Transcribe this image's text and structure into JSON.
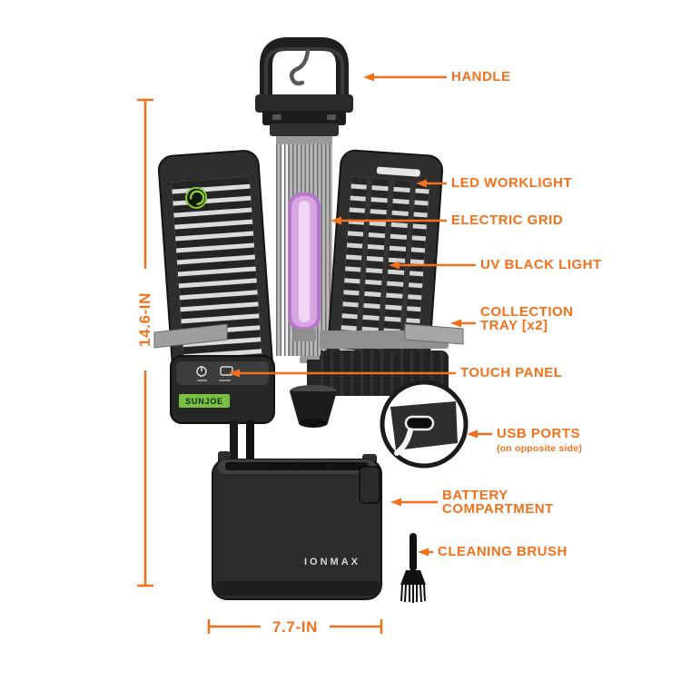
{
  "product": {
    "brand_badge": "SUNJOE",
    "logo": "IONMAX"
  },
  "callouts": {
    "handle": "HANDLE",
    "led_worklight": "LED WORKLIGHT",
    "electric_grid": "ELECTRIC GRID",
    "uv_black_light": "UV BLACK LIGHT",
    "collection_tray_line1": "COLLECTION",
    "collection_tray_line2": "TRAY [x2]",
    "touch_panel": "TOUCH PANEL",
    "usb_ports": "USB PORTS",
    "usb_ports_note": "(on opposite side)",
    "battery_line1": "BATTERY",
    "battery_line2": "COMPARTMENT",
    "cleaning_brush": "CLEANING BRUSH"
  },
  "dimensions": {
    "height": "14.6-IN",
    "width": "7.7-IN"
  },
  "colors": {
    "accent_orange": "#F4711C",
    "device_dark": "#262626",
    "uv_purple": "#D9A6E2",
    "brand_green": "#7AC143",
    "tray_gray": "#9E9E9E"
  }
}
